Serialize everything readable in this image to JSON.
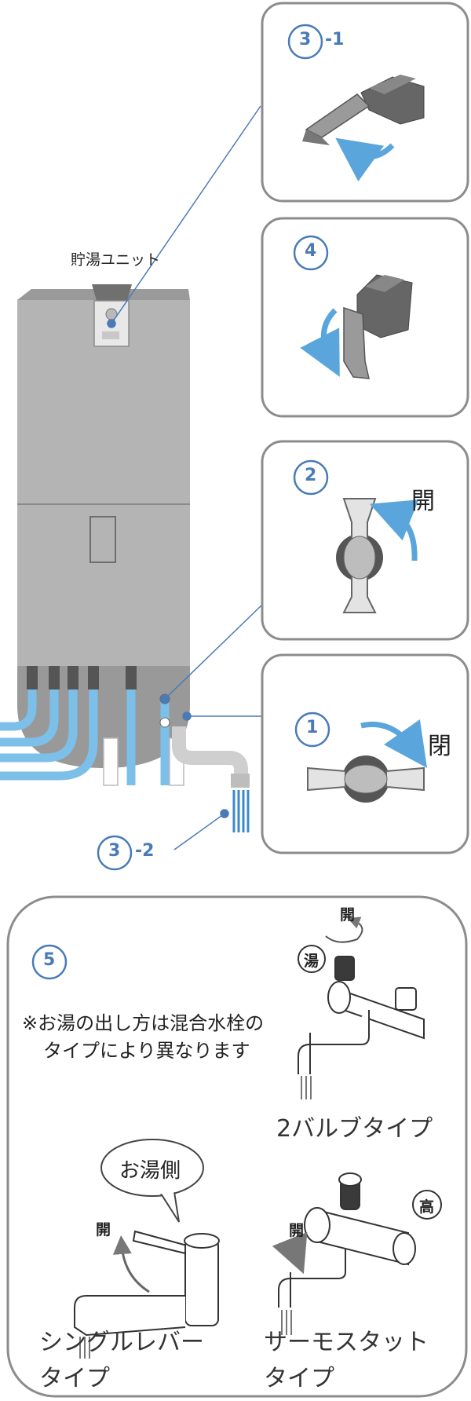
{
  "unit_label": "貯湯ユニット",
  "step_badges": {
    "s3_1": {
      "num": "3",
      "suffix": "-1"
    },
    "s4": {
      "num": "4"
    },
    "s2": {
      "num": "2"
    },
    "s1": {
      "num": "1"
    },
    "s3_2": {
      "num": "3",
      "suffix": "-2"
    },
    "s5": {
      "num": "5"
    }
  },
  "valve_labels": {
    "open": "開",
    "close": "閉"
  },
  "faucet_panel": {
    "note_line1": "※お湯の出し方は混合水栓の",
    "note_line2": "タイプにより異なります",
    "two_valve": {
      "open_label": "開",
      "hot_label": "湯",
      "type_name": "2バルブタイプ"
    },
    "single_lever": {
      "bubble": "お湯側",
      "open_label": "開",
      "type_line1": "シングルレバー",
      "type_line2": "タイプ"
    },
    "thermostat": {
      "open_label": "開",
      "high_label": "高",
      "type_line1": "サーモスタット",
      "type_line2": "タイプ"
    }
  },
  "colors": {
    "accent_blue": "#4a7bb7",
    "arrow_blue": "#5aa6dc",
    "pipe_blue": "#7cc0ea",
    "unit_gray": "#b4b4b4",
    "panel_border": "#8c8c8c"
  }
}
